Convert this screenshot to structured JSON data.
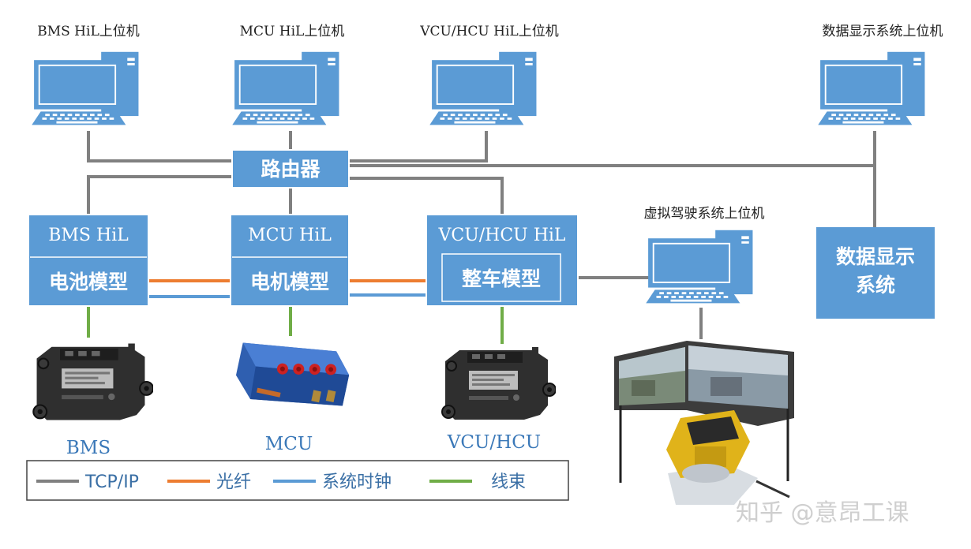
{
  "colors": {
    "box_blue": "#5b9bd5",
    "tcp_ip": "#808080",
    "fiber": "#ed7d31",
    "clock": "#5b9bd5",
    "harness": "#70ad47"
  },
  "hosts": {
    "bms": "BMS HiL上位机",
    "mcu": "MCU HiL上位机",
    "vcu": "VCU/HCU HiL上位机",
    "data": "数据显示系统上位机",
    "sim": "虚拟驾驶系统上位机"
  },
  "router": "路由器",
  "hil": {
    "bms": {
      "title": "BMS HiL",
      "model": "电池模型"
    },
    "mcu": {
      "title": "MCU HiL",
      "model": "电机模型"
    },
    "vcu": {
      "title": "VCU/HCU HiL",
      "model": "整车模型"
    }
  },
  "data_display": {
    "line1": "数据显示",
    "line2": "系统"
  },
  "devices": {
    "bms": "BMS",
    "mcu": "MCU",
    "vcu": "VCU/HCU"
  },
  "legend": [
    {
      "label": "TCP/IP",
      "color": "#808080"
    },
    {
      "label": "光纤",
      "color": "#ed7d31"
    },
    {
      "label": "系统时钟",
      "color": "#5b9bd5"
    },
    {
      "label": "线束",
      "color": "#70ad47"
    }
  ],
  "watermark": "知乎 @意昂工课",
  "icons": [
    "computer-icon",
    "ecu-device-image",
    "mcu-device-image",
    "driving-simulator-image"
  ]
}
